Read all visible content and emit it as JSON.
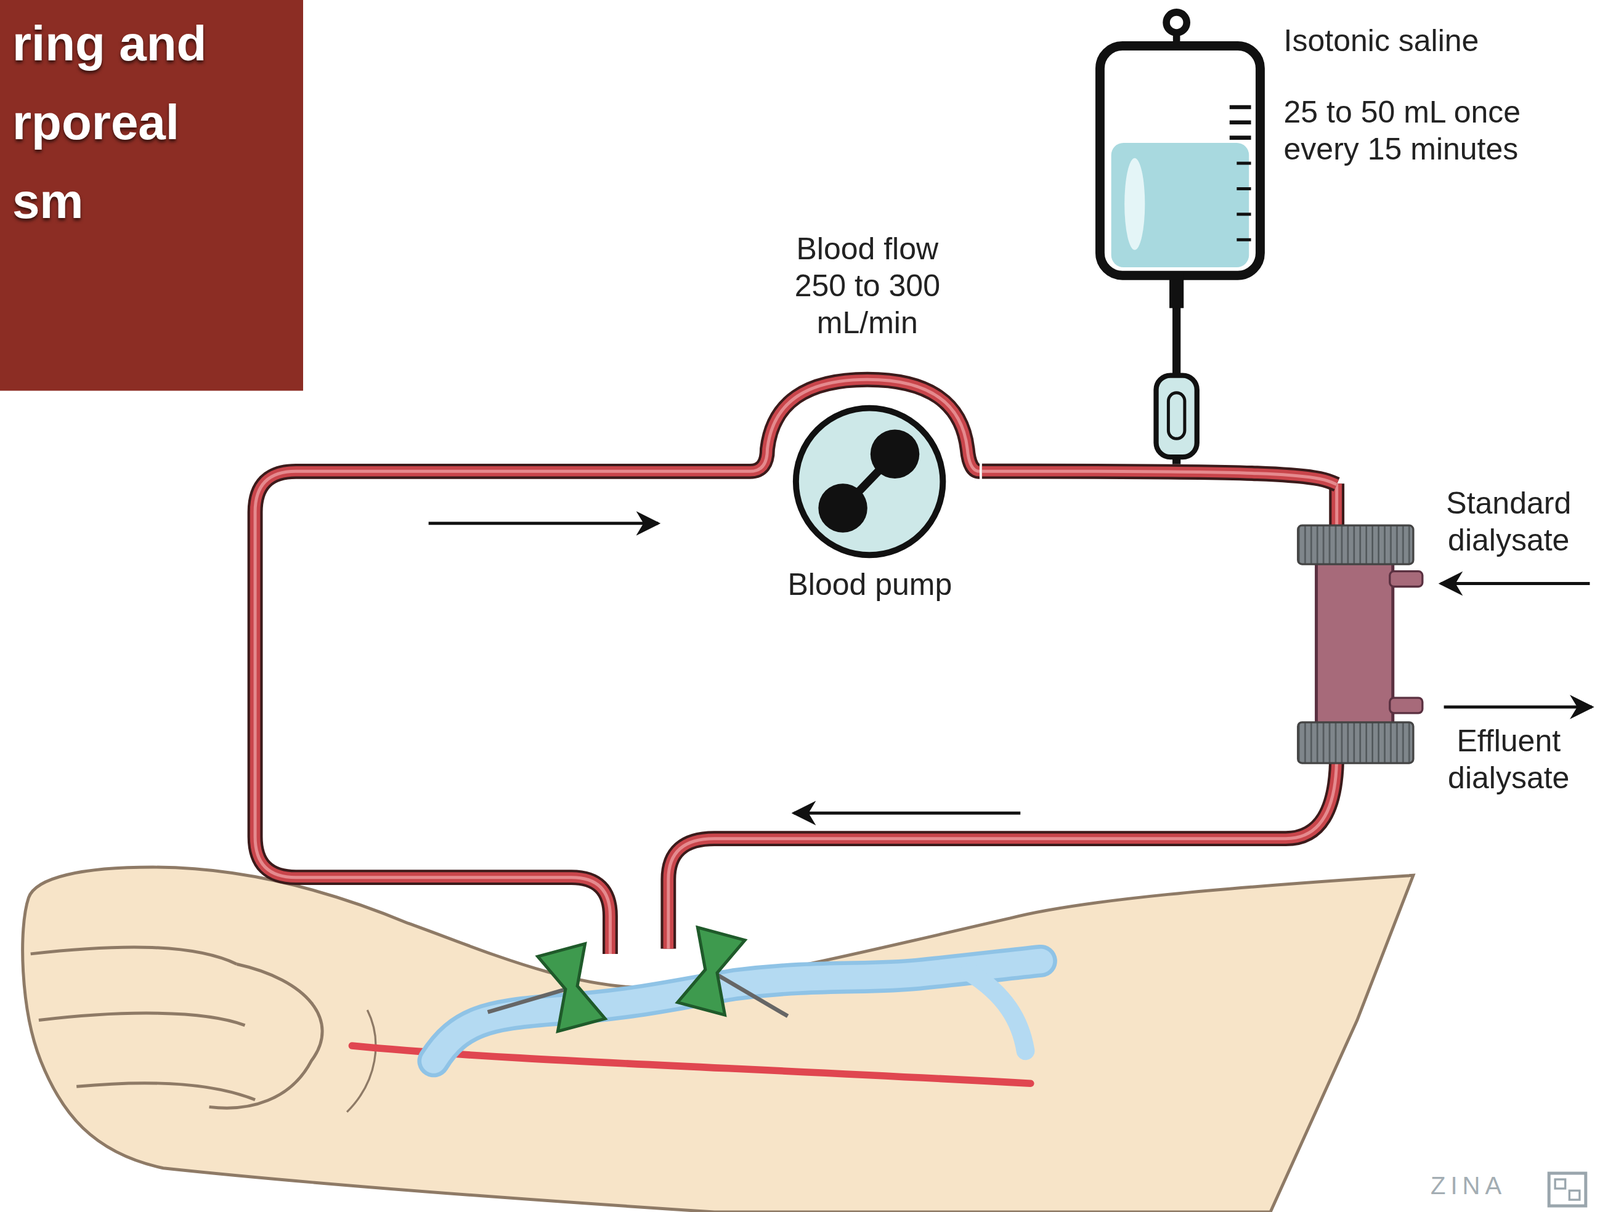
{
  "diagram": {
    "nodes": [
      {
        "text": [
          "ring and rporeal sm"
        ]
      },
      {
        "text": [
          "Isotonic saline",
          "25 to 50 mL once every 15 minutes"
        ]
      },
      {
        "text": [
          "Blood pump"
        ]
      },
      {
        "text": [
          "Standard dialysate",
          "Effluent dialysate"
        ]
      }
    ],
    "edges": [
      {
        "from": 2,
        "to": 3,
        "arrow": "none"
      }
    ],
    "labels": [
      "Blood flow 250 to 300 mL/min",
      "ZINA"
    ]
  }
}
